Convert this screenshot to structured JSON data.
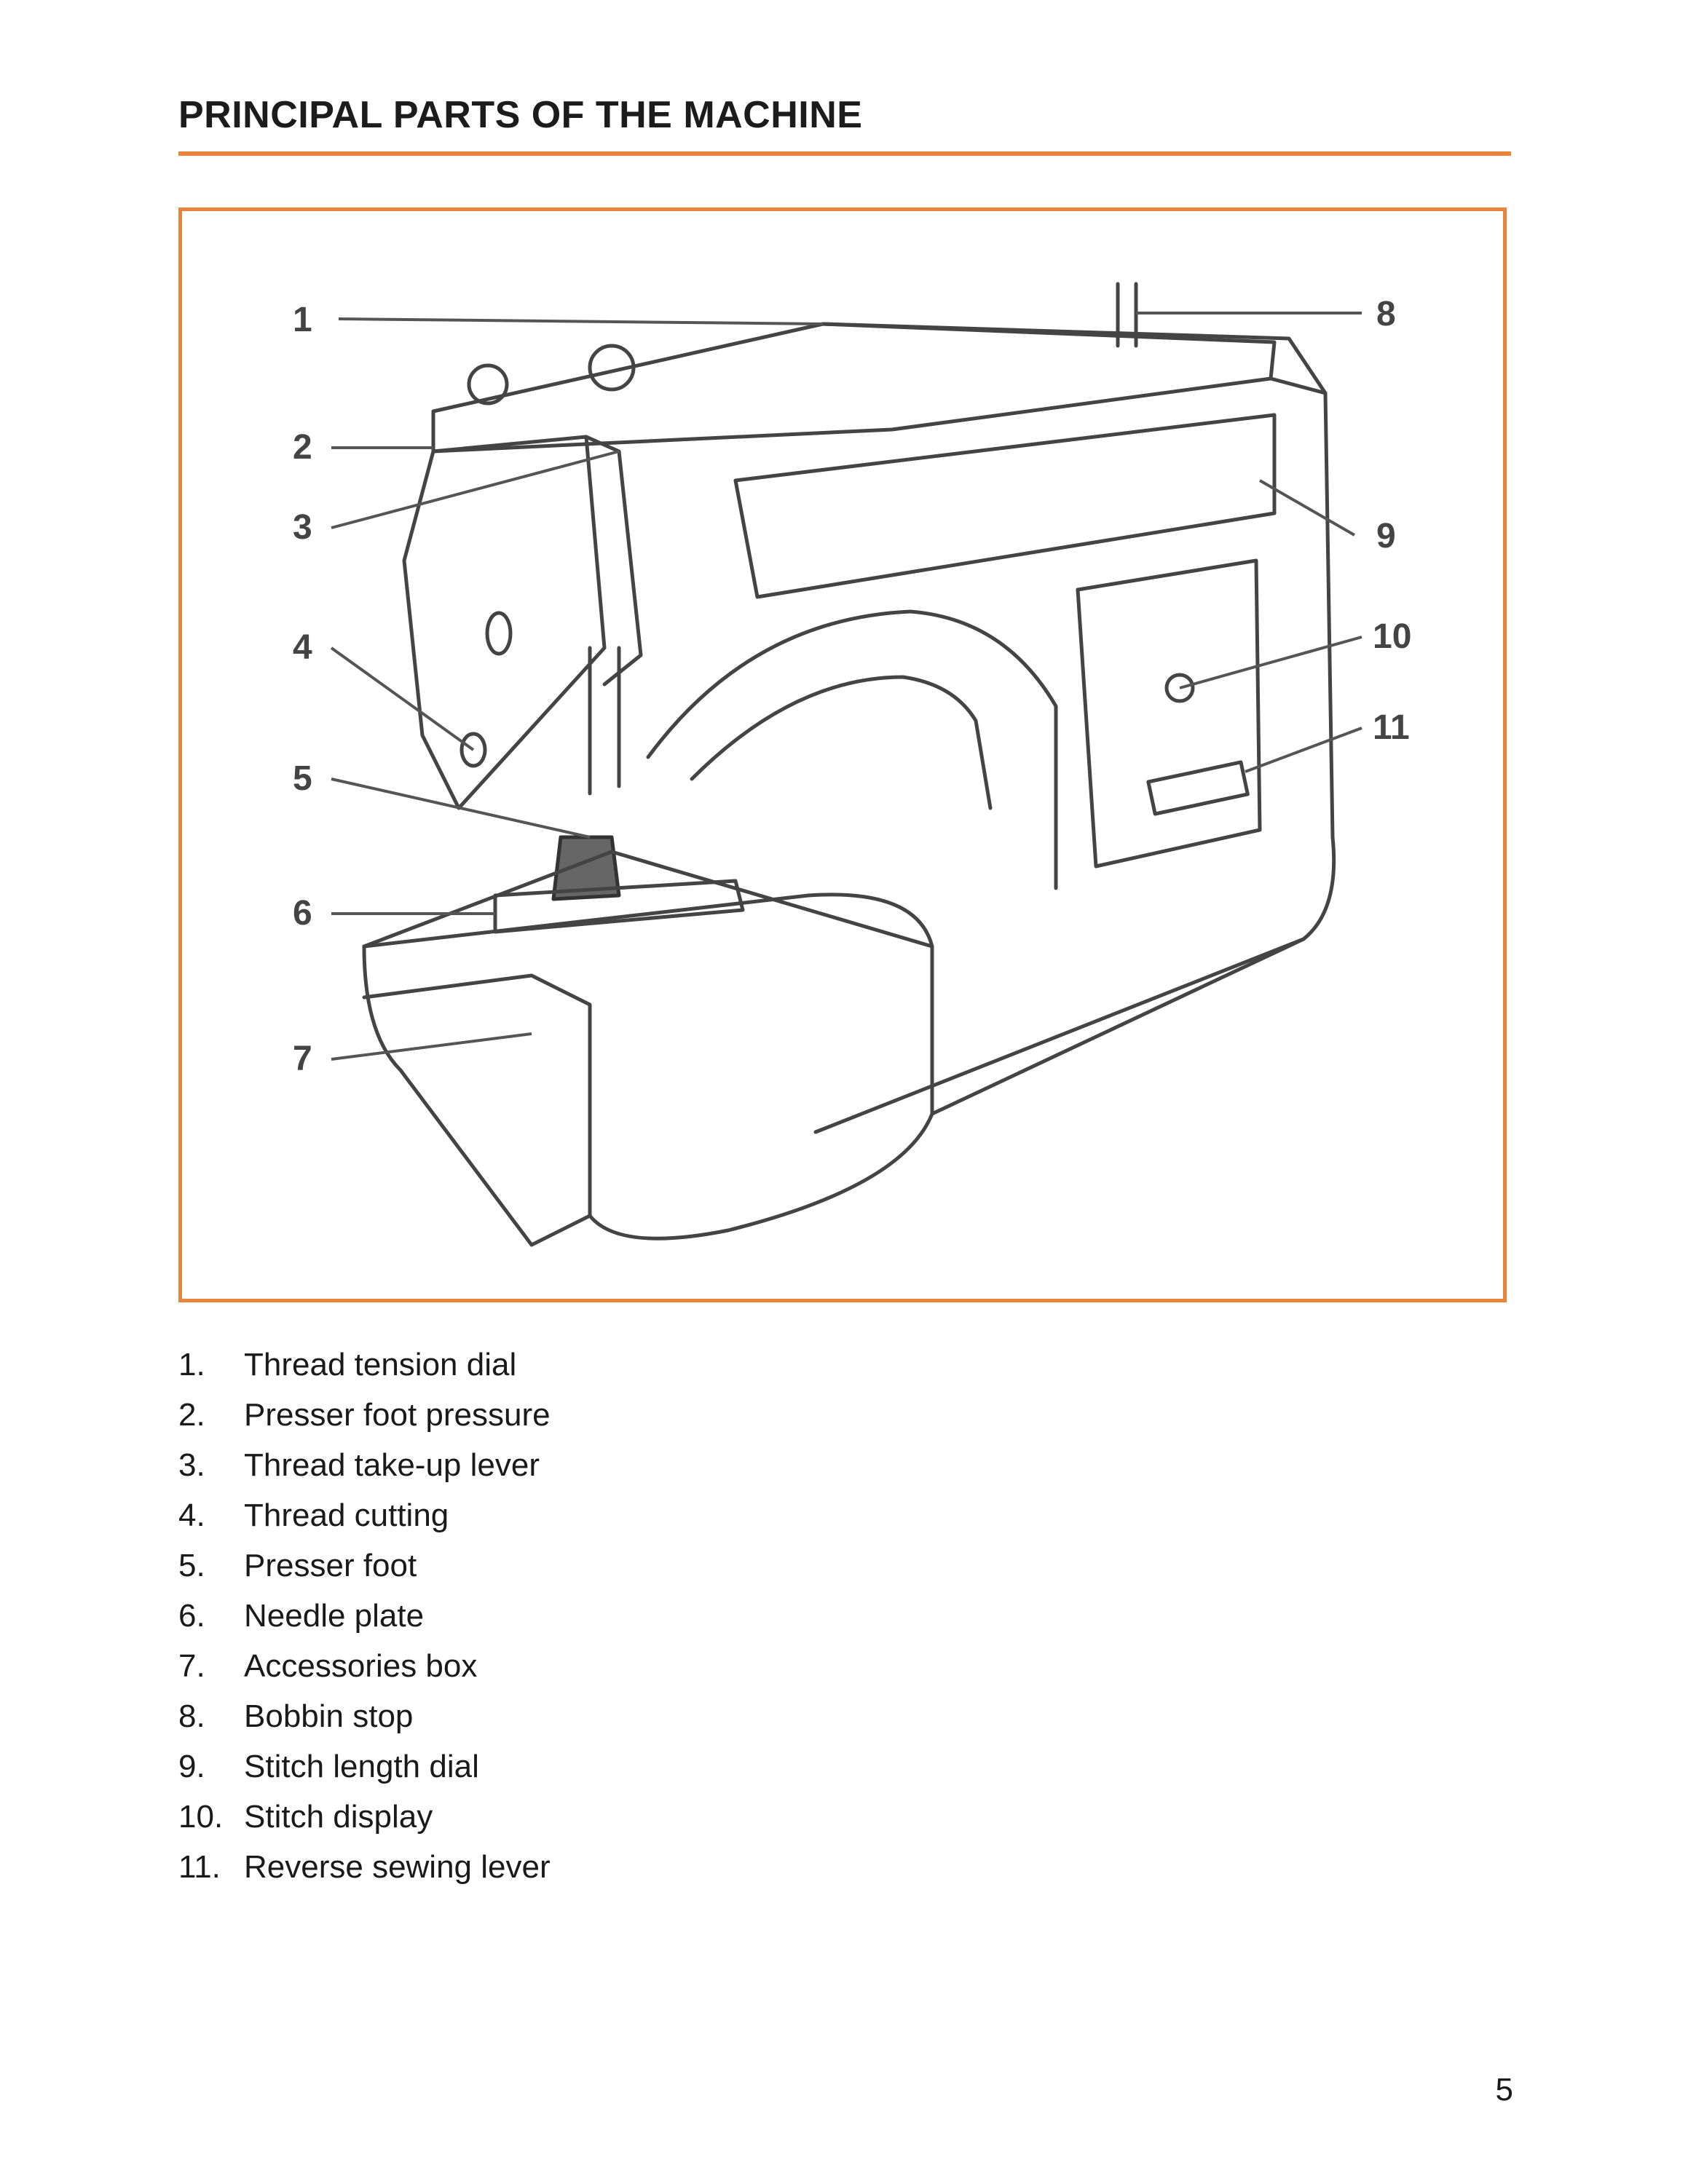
{
  "page": {
    "title": "PRINCIPAL PARTS OF THE MACHINE",
    "page_number": "5",
    "accent_color": "#e8853b"
  },
  "figure": {
    "callouts": [
      "1",
      "2",
      "3",
      "4",
      "5",
      "6",
      "7",
      "8",
      "9",
      "10",
      "11"
    ]
  },
  "parts": [
    {
      "num": "1.",
      "label": "Thread tension dial"
    },
    {
      "num": "2.",
      "label": "Presser foot pressure"
    },
    {
      "num": "3.",
      "label": "Thread take-up lever"
    },
    {
      "num": "4.",
      "label": "Thread cutting"
    },
    {
      "num": "5.",
      "label": "Presser foot"
    },
    {
      "num": "6.",
      "label": "Needle plate"
    },
    {
      "num": "7.",
      "label": "Accessories box"
    },
    {
      "num": "8.",
      "label": "Bobbin stop"
    },
    {
      "num": "9.",
      "label": "Stitch length dial"
    },
    {
      "num": "10.",
      "label": "Stitch display"
    },
    {
      "num": "11.",
      "label": "Reverse sewing lever"
    }
  ]
}
